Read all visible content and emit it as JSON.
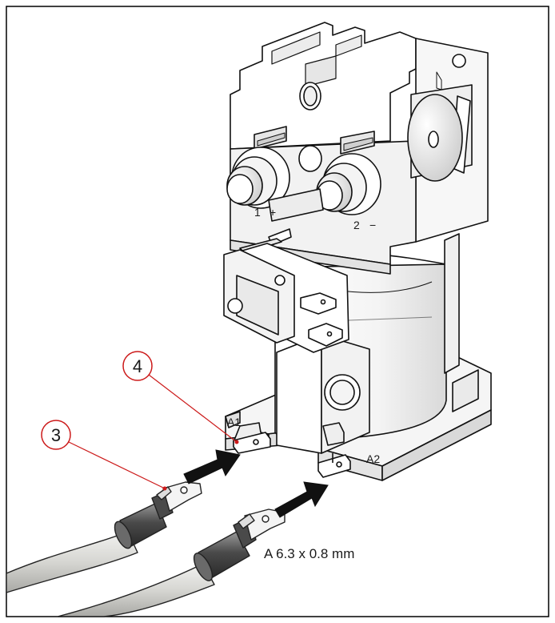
{
  "callouts": {
    "cable_lug": "3",
    "coil_terminal": "4"
  },
  "terminal_labels": {
    "a1": "A1",
    "a2": "A2"
  },
  "main_terminal_labels": {
    "t1": "1",
    "t2": "2",
    "sign1": "+",
    "sign2": "−"
  },
  "dimension": "A 6.3 x 0.8 mm",
  "colors": {
    "frame": "#000000",
    "callout_line": "#cc1a1a",
    "arrow": "#111111",
    "cable": "#d8d8d4",
    "sleeve": "#5a5a5a"
  }
}
